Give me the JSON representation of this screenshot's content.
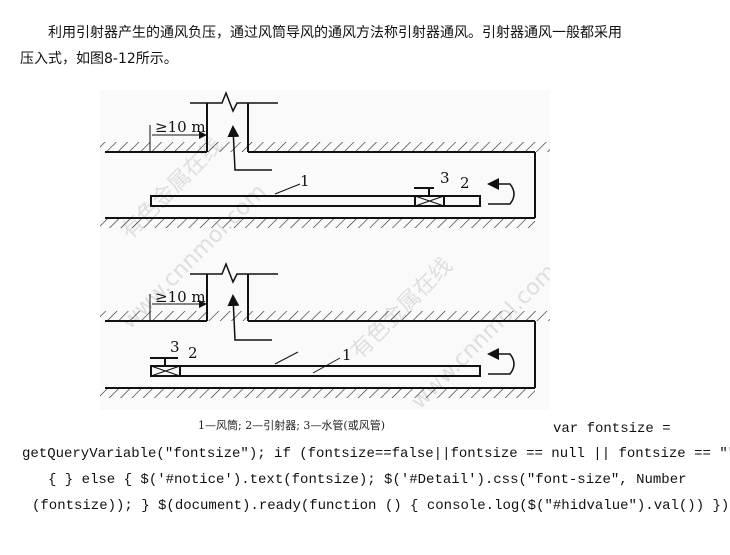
{
  "article": {
    "paragraph_line1": "利用引射器产生的通风负压，通过风筒导风的通风方法称引射器通风。引射器通风一般都采用",
    "paragraph_line2": "压入式，如图8-12所示。"
  },
  "figure": {
    "top": {
      "distance_label": "≥10 m",
      "label_1": "1",
      "label_2": "2",
      "label_3": "3"
    },
    "bottom": {
      "distance_label": "≥10 m",
      "label_1": "1",
      "label_2": "2",
      "label_3": "3"
    },
    "caption": "1—风筒; 2—引射器; 3—水管(或风管)",
    "watermark_text": "有色金属在线 www.cnnmol.com"
  },
  "code": {
    "line1": "var fontsize =",
    "line2": "getQueryVariable(\"fontsize\"); if (fontsize==false||fontsize == null || fontsize == \"\")",
    "line3": "{ } else { $('#notice').text(fontsize); $('#Detail').css(\"font-size\", Number",
    "line4": "(fontsize)); } $(document).ready(function () { console.log($(\"#hidvalue\").val()) });"
  }
}
